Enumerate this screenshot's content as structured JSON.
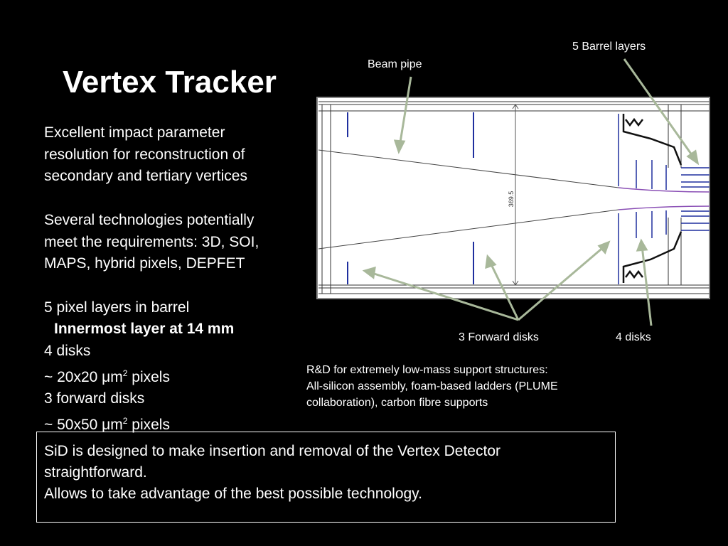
{
  "slide": {
    "title": "Vertex Tracker",
    "body": {
      "para1": [
        "Excellent impact parameter",
        "resolution for reconstruction of",
        "secondary and tertiary vertices"
      ],
      "para2": [
        "Several technologies potentially",
        "meet the requirements: 3D, SOI,",
        "MAPS, hybrid pixels, DEPFET"
      ],
      "barrel_line": "5 pixel layers in barrel",
      "innermost_line": "Innermost layer at 14 mm",
      "disks_line": "4 disks",
      "pixel_pitch_prefix_1": "~ 20x20 μm",
      "pixel_pitch_sup_1": "2",
      "pixel_pitch_suffix_1": " pixels",
      "forward_disks_line": "3 forward disks",
      "pixel_pitch_prefix_2": "~ 50x50 μm",
      "pixel_pitch_sup_2": "2",
      "pixel_pitch_suffix_2": " pixels"
    },
    "diagram": {
      "label_beam_pipe": "Beam pipe",
      "label_barrel_layers": "5 Barrel layers",
      "label_forward_disks": "3 Forward disks",
      "label_disks": "4 disks",
      "dimension_label": "369.5"
    },
    "rnd_note": [
      "R&D for extremely low-mass support structures:",
      "All-silicon assembly, foam-based ladders (PLUME",
      "collaboration), carbon fibre supports"
    ],
    "callout": [
      "SiD is designed to make insertion and removal of the Vertex Detector",
      "straightforward.",
      "Allows to take advantage of the best possible technology."
    ]
  },
  "colors": {
    "background": "#000000",
    "text": "#ffffff",
    "arrow": "#a8b89a",
    "detector_blue": "#1f2f9e",
    "beam_purple": "#8a4fb5"
  }
}
